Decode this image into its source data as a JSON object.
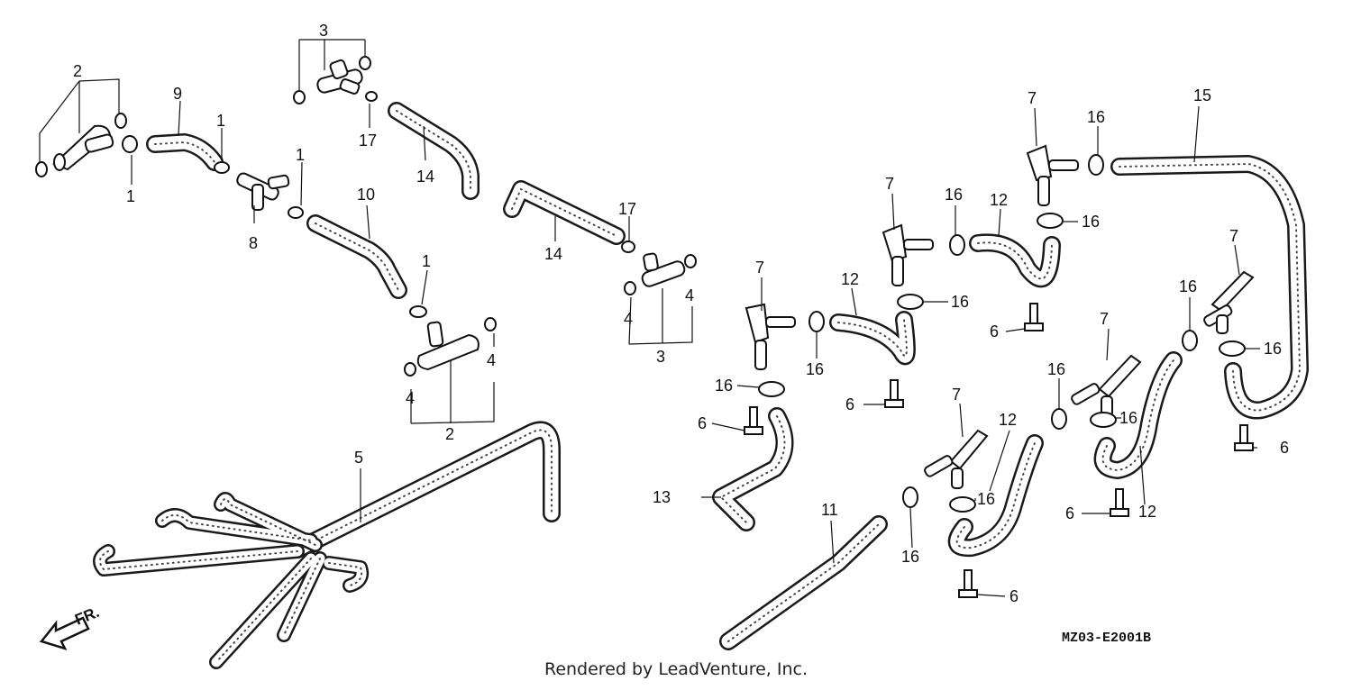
{
  "diagram": {
    "drawing_code": "MZ03-E2001B",
    "direction_label": "FR.",
    "credit": "Rendered by LeadVenture, Inc.",
    "callouts": {
      "c1a": "1",
      "c1b": "1",
      "c1c": "1",
      "c1d": "1",
      "c2a": "2",
      "c2b": "2",
      "c3a": "3",
      "c3b": "3",
      "c4a": "4",
      "c4b": "4",
      "c4c": "4",
      "c4d": "4",
      "c5": "5",
      "c6a": "6",
      "c6b": "6",
      "c6c": "6",
      "c6d": "6",
      "c6e": "6",
      "c6f": "6",
      "c7a": "7",
      "c7b": "7",
      "c7c": "7",
      "c7d": "7",
      "c7e": "7",
      "c7f": "7",
      "c8": "8",
      "c9": "9",
      "c10": "10",
      "c11": "11",
      "c12a": "12",
      "c12b": "12",
      "c12c": "12",
      "c12d": "12",
      "c13": "13",
      "c14a": "14",
      "c14b": "14",
      "c15": "15",
      "c16a": "16",
      "c16b": "16",
      "c16c": "16",
      "c16d": "16",
      "c16e": "16",
      "c16f": "16",
      "c16g": "16",
      "c16h": "16",
      "c16i": "16",
      "c16j": "16",
      "c16k": "16",
      "c16l": "16",
      "c17a": "17",
      "c17b": "17"
    }
  }
}
